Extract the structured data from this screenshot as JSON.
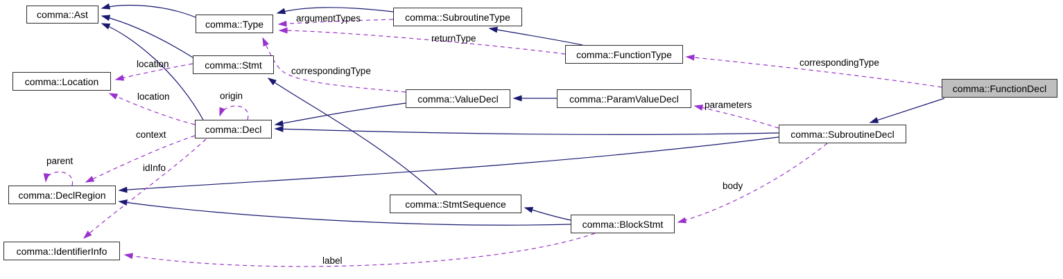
{
  "diagram": {
    "type": "class-collaboration-graph",
    "highlighted_node": "comma::FunctionDecl"
  },
  "nodes": {
    "ast": {
      "label": "comma::Ast"
    },
    "location": {
      "label": "comma::Location"
    },
    "type": {
      "label": "comma::Type"
    },
    "stmt": {
      "label": "comma::Stmt"
    },
    "decl": {
      "label": "comma::Decl"
    },
    "subroutine_type": {
      "label": "comma::SubroutineType"
    },
    "value_decl": {
      "label": "comma::ValueDecl"
    },
    "stmt_sequence": {
      "label": "comma::StmtSequence"
    },
    "function_type": {
      "label": "comma::FunctionType"
    },
    "param_value_decl": {
      "label": "comma::ParamValueDecl"
    },
    "block_stmt": {
      "label": "comma::BlockStmt"
    },
    "subroutine_decl": {
      "label": "comma::SubroutineDecl"
    },
    "function_decl": {
      "label": "comma::FunctionDecl"
    },
    "decl_region": {
      "label": "comma::DeclRegion"
    },
    "identifier_info": {
      "label": "comma::IdentifierInfo"
    }
  },
  "edge_labels": {
    "argument_types": "argumentTypes",
    "return_type": "returnType",
    "corresponding_type_left": "correspondingType",
    "corresponding_type_right": "correspondingType",
    "location_upper": "location",
    "location_lower": "location",
    "origin": "origin",
    "context": "context",
    "id_info": "idInfo",
    "parent": "parent",
    "parameters": "parameters",
    "body": "body",
    "label": "label"
  },
  "colors": {
    "inheritance_edge": "#191970",
    "usage_edge": "#9a32cd",
    "node_border": "#2b2b2b",
    "node_fill": "#ffffff",
    "highlight_fill": "#bfbfbf",
    "text": "#000000"
  }
}
